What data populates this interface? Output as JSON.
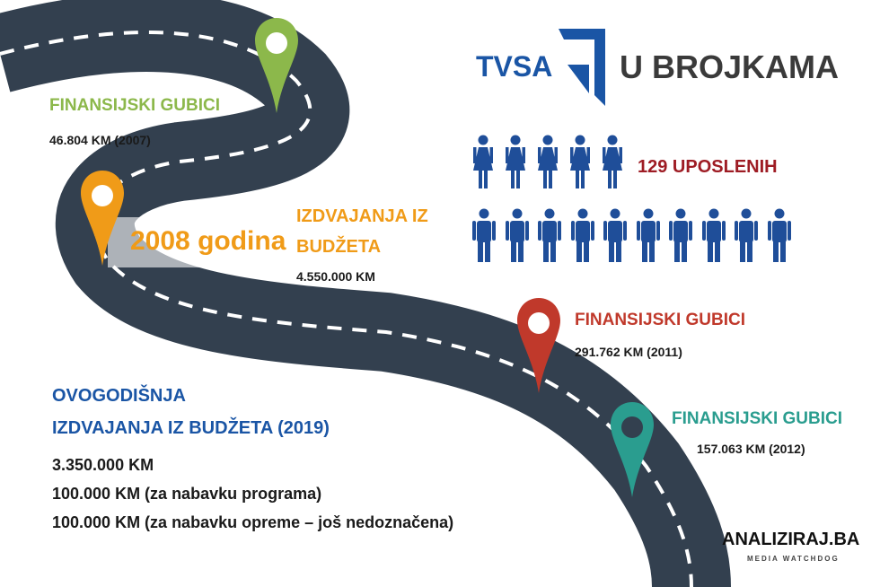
{
  "colors": {
    "road": "#33404f",
    "road_line": "#ffffff",
    "green": "#8cb84b",
    "orange": "#f09b18",
    "red": "#c0392b",
    "teal": "#2a9d8f",
    "blue_dark": "#1f4e99",
    "blue_title": "#1a55a5",
    "maroon": "#9e1c24",
    "text_dark": "#1a1a1a"
  },
  "header": {
    "logo_text": "TVSA",
    "title": "U BROJKAMA"
  },
  "employees": {
    "count_label": "129 UPOSLENIH",
    "women_icons": 5,
    "men_icons": 10
  },
  "milestones": {
    "green": {
      "label": "FINANSIJSKI GUBICI",
      "value": "46.804 KM (2007)",
      "icon": "map-pin-icon"
    },
    "orange": {
      "year_banner": "2008 godina",
      "label_line1": "IZDVAJANJA IZ",
      "label_line2": "BUDŽETA",
      "value": "4.550.000 KM",
      "icon": "map-pin-icon"
    },
    "red": {
      "label": "FINANSIJSKI GUBICI",
      "value": "291.762 KM (2011)",
      "icon": "map-pin-icon"
    },
    "teal": {
      "label": "FINANSIJSKI GUBICI",
      "value": "157.063 KM (2012)",
      "icon": "map-pin-icon"
    }
  },
  "budget_2019": {
    "title_line1": "OVOGODIŠNJA",
    "title_line2": "IZDVAJANJA IZ BUDŽETA (2019)",
    "items": [
      "3.350.000 KM",
      "100.000 KM (za nabavku programa)",
      "100.000 KM (za nabavku opreme – još nedoznačena)"
    ]
  },
  "footer": {
    "brand": "ANALIZIRAJ.BA",
    "tagline": "MEDIA WATCHDOG"
  }
}
